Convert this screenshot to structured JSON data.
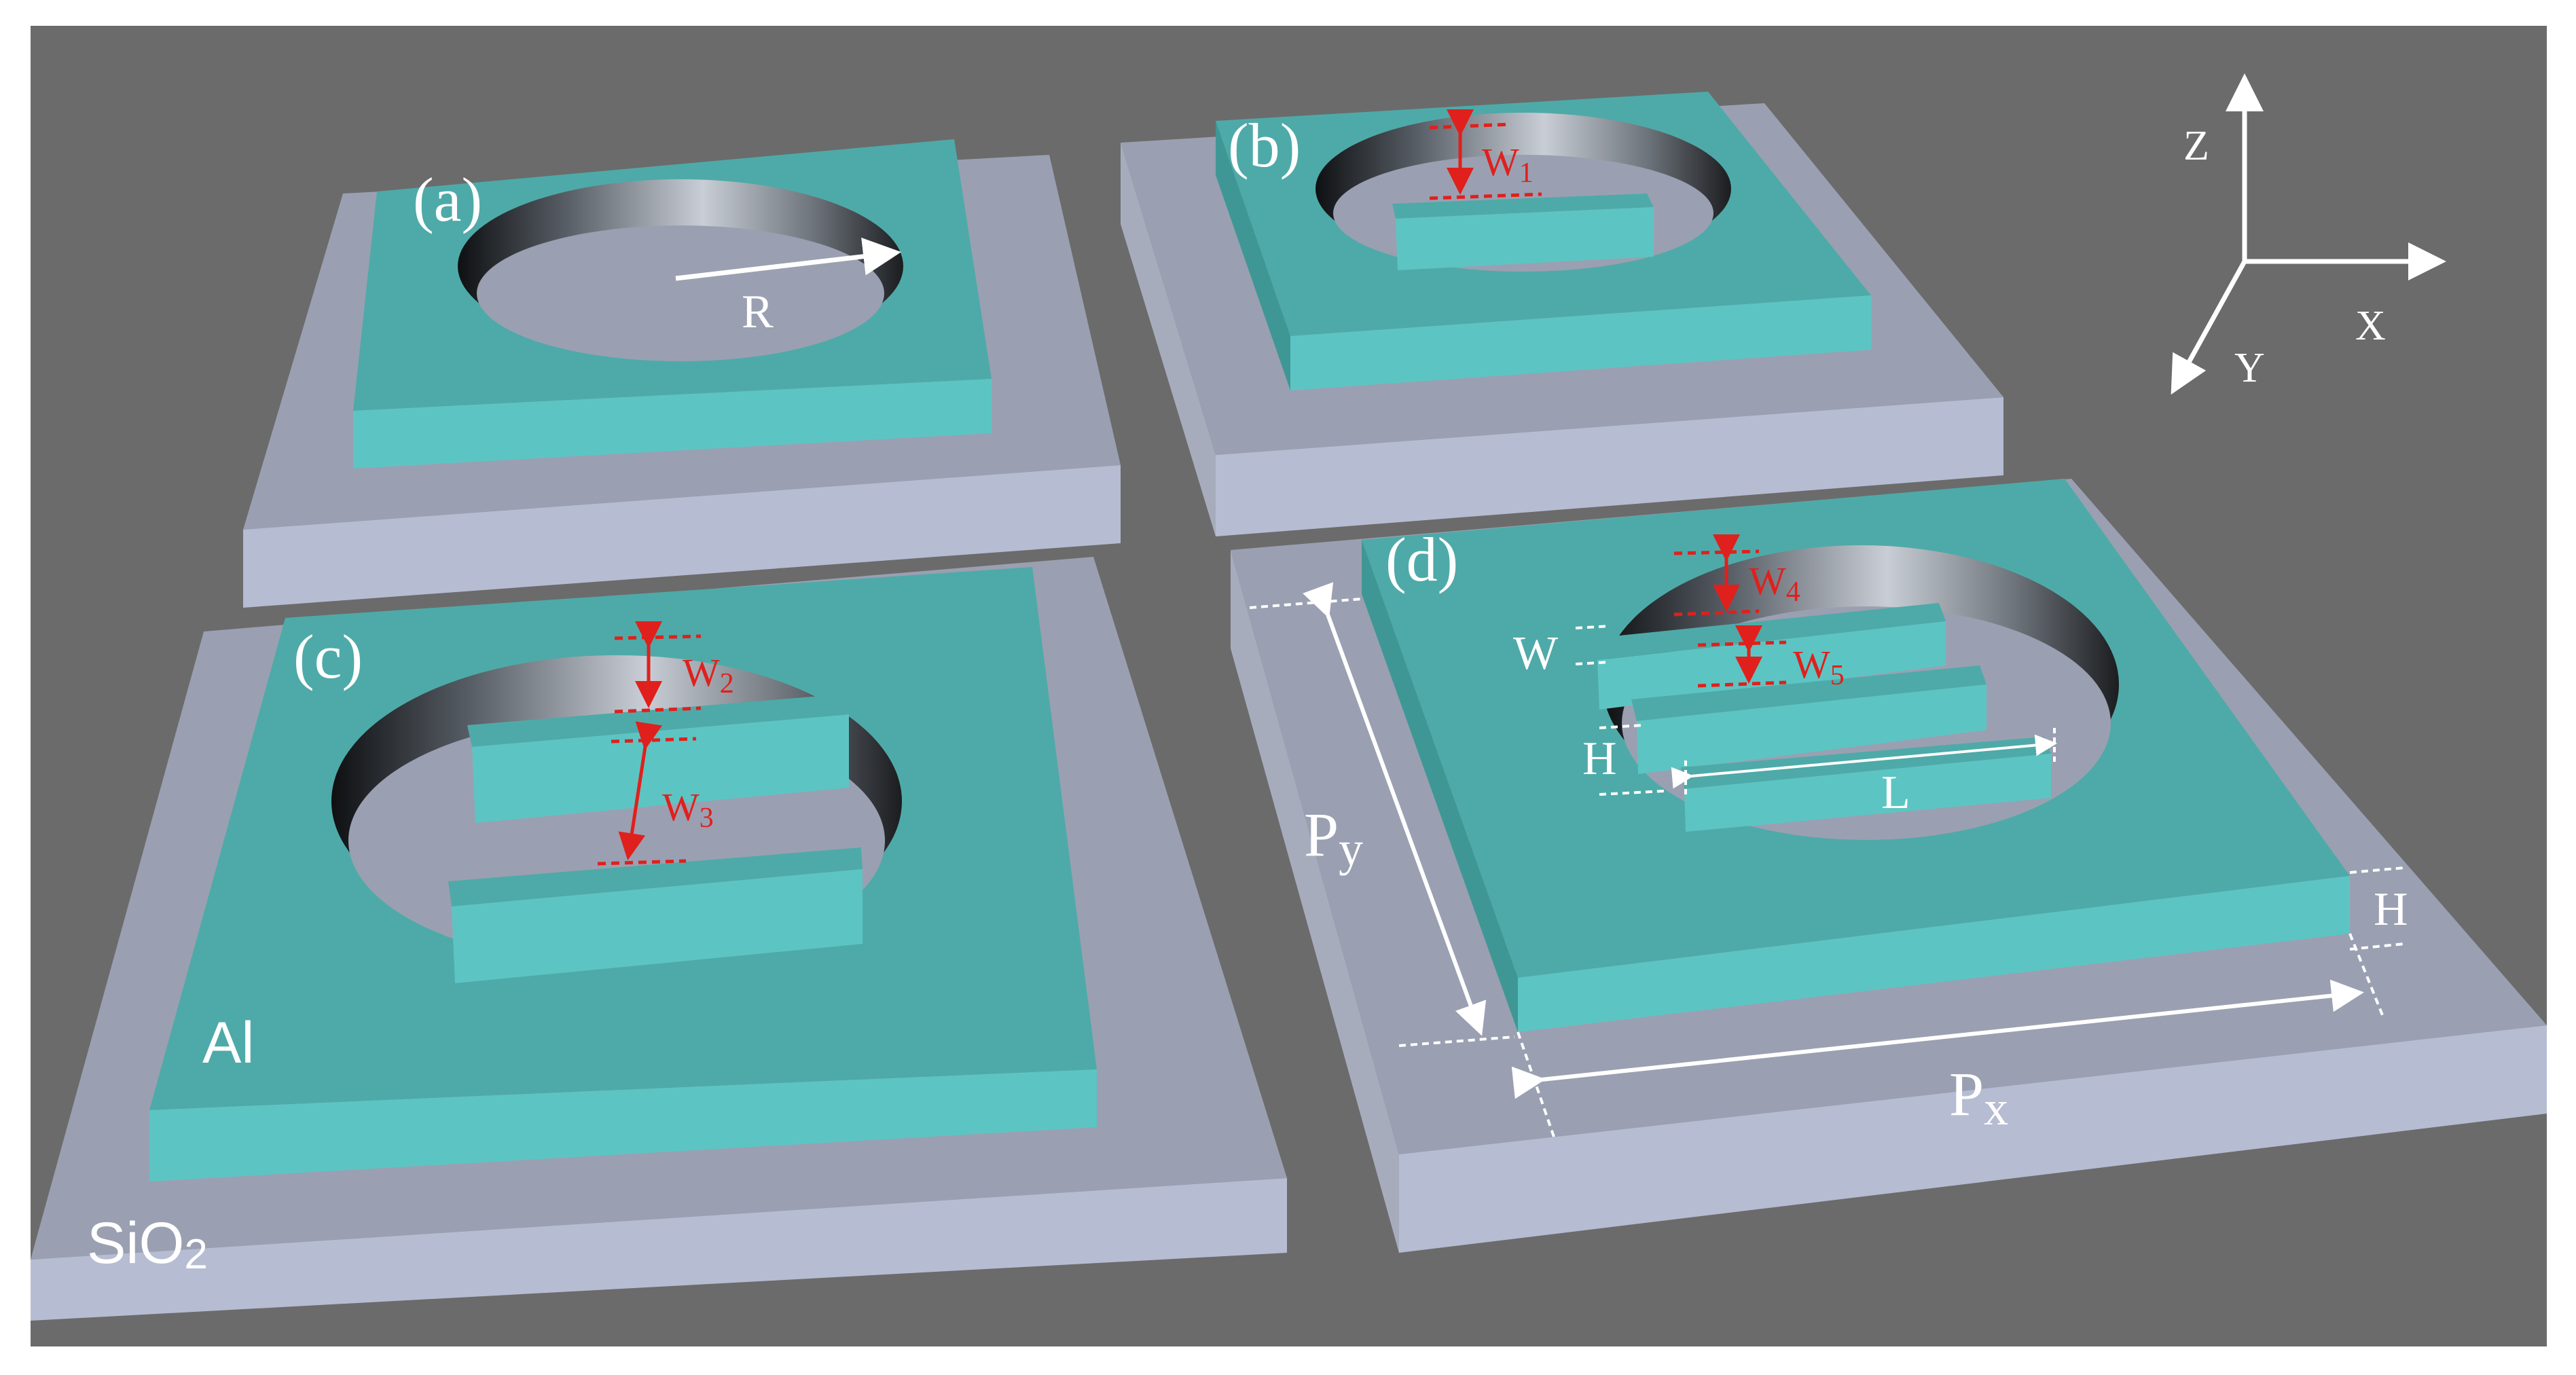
{
  "panels": {
    "a": "(a)",
    "b": "(b)",
    "c": "(c)",
    "d": "(d)"
  },
  "labels": {
    "R": "R",
    "W1": "W",
    "W1_sub": "1",
    "W2": "W",
    "W2_sub": "2",
    "W3": "W",
    "W3_sub": "3",
    "W4": "W",
    "W4_sub": "4",
    "W5": "W",
    "W5_sub": "5",
    "W": "W",
    "H_bar": "H",
    "H_slab": "H",
    "L": "L",
    "Py_main": "P",
    "Py_sub": "y",
    "Px_main": "P",
    "Px_sub": "x"
  },
  "materials": {
    "Al": "Al",
    "SiO2_main": "SiO",
    "SiO2_sub": "2"
  },
  "axes": {
    "Z": "Z",
    "X": "X",
    "Y": "Y"
  },
  "colors": {
    "background": "#6b6b6b",
    "substrate_top": "#9aa0b1",
    "substrate_front": "#b6bcd2",
    "aluminum_top": "#4eaaa8",
    "aluminum_front": "#5cc5c3",
    "dimension_red": "#e0201c"
  }
}
